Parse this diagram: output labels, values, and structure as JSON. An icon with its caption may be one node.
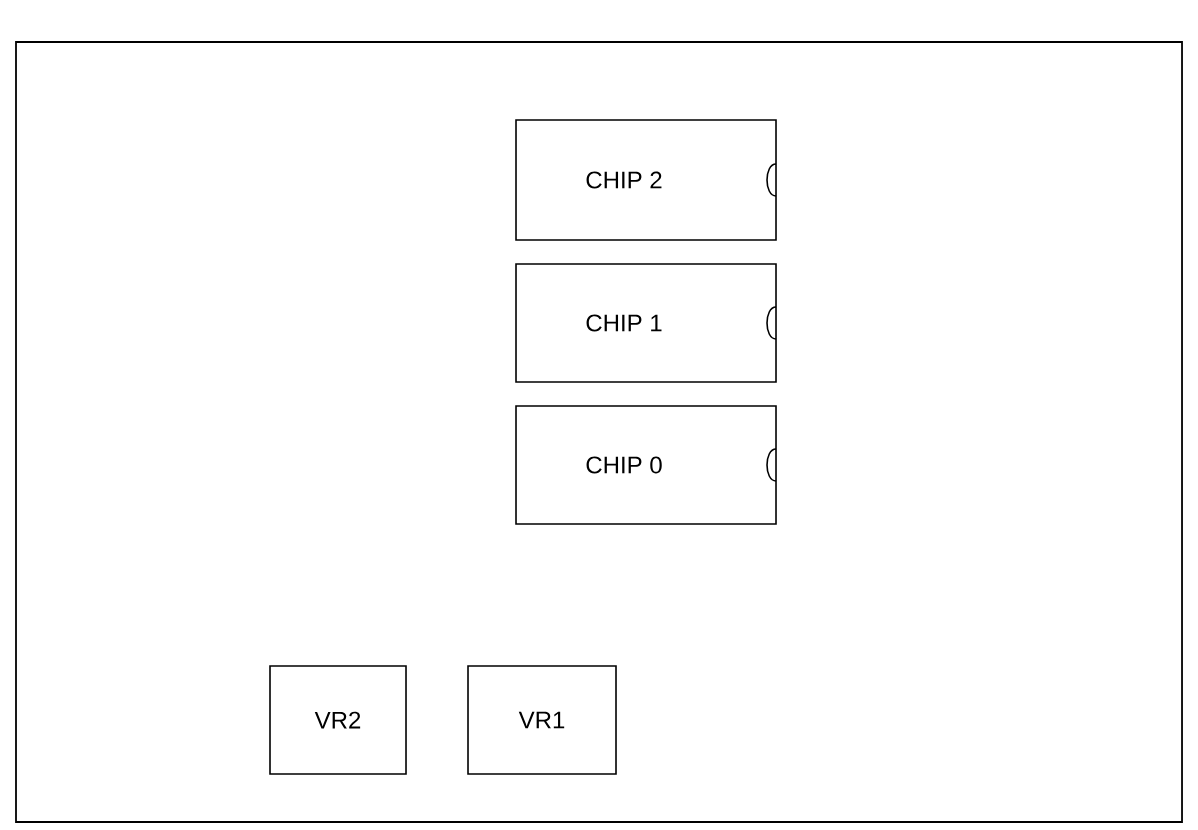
{
  "diagram": {
    "nodes": [
      {
        "text": [],
        "shape": "box"
      },
      {
        "text": [
          "CHIP 2"
        ],
        "in": 0
      },
      {
        "text": [
          "CHIP 1"
        ],
        "in": 0
      },
      {
        "text": [
          "CHIP 0"
        ],
        "in": 0
      },
      {
        "text": [
          "VR2"
        ],
        "in": 0
      },
      {
        "text": [
          "VR1"
        ],
        "in": 0
      }
    ]
  }
}
